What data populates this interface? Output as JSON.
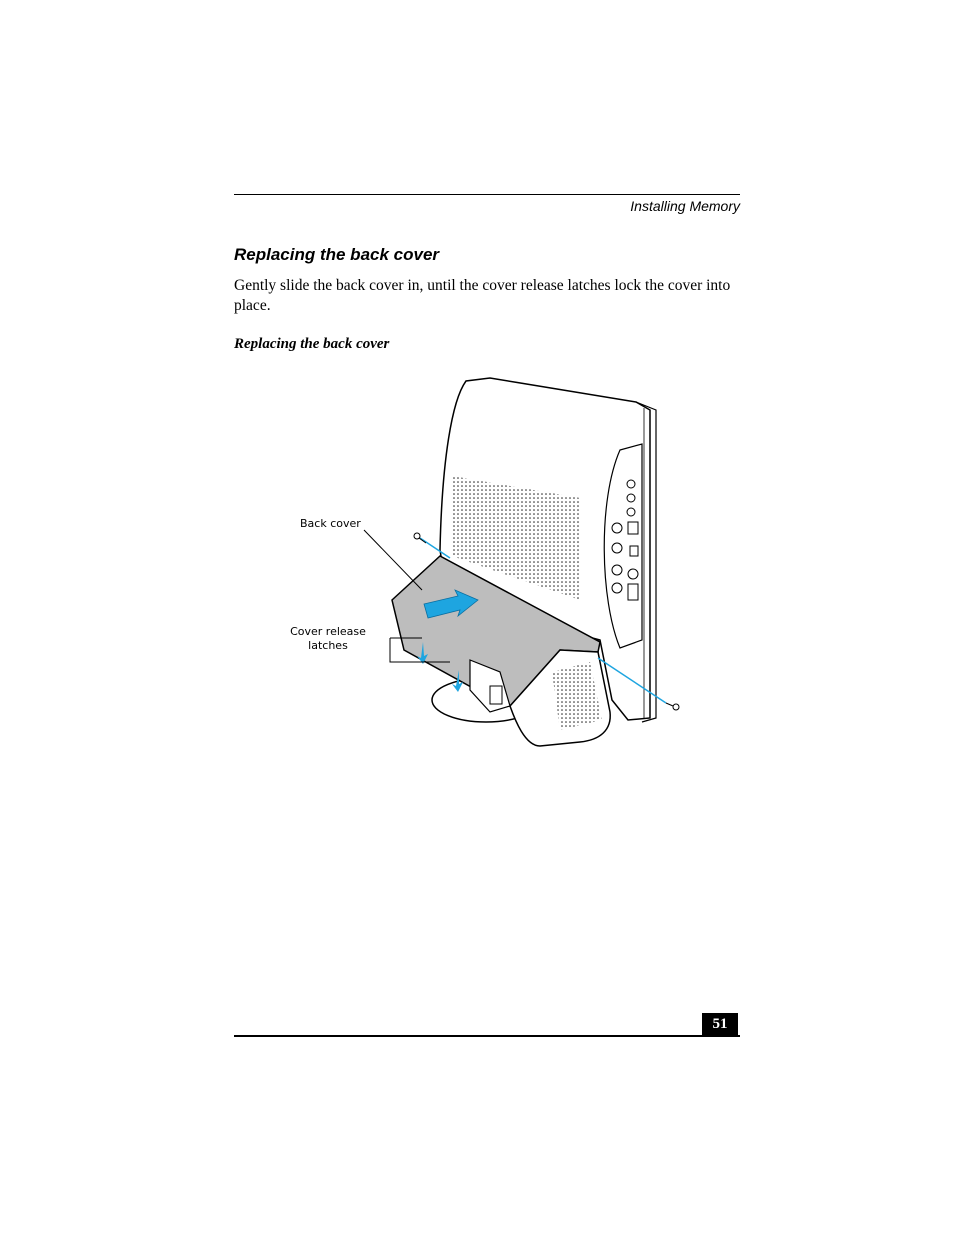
{
  "header": {
    "running_head": "Installing Memory"
  },
  "section": {
    "title": "Replacing the back cover",
    "body": "Gently slide the back cover in, until the cover release latches lock the cover into place."
  },
  "figure": {
    "caption": "Replacing the back cover",
    "callouts": {
      "back_cover": "Back cover",
      "cover_release_latches": "Cover release latches"
    },
    "colors": {
      "arrow": "#1ea5e0",
      "cover": "#bdbdbd",
      "outline": "#000000"
    }
  },
  "footer": {
    "page_number": "51"
  }
}
